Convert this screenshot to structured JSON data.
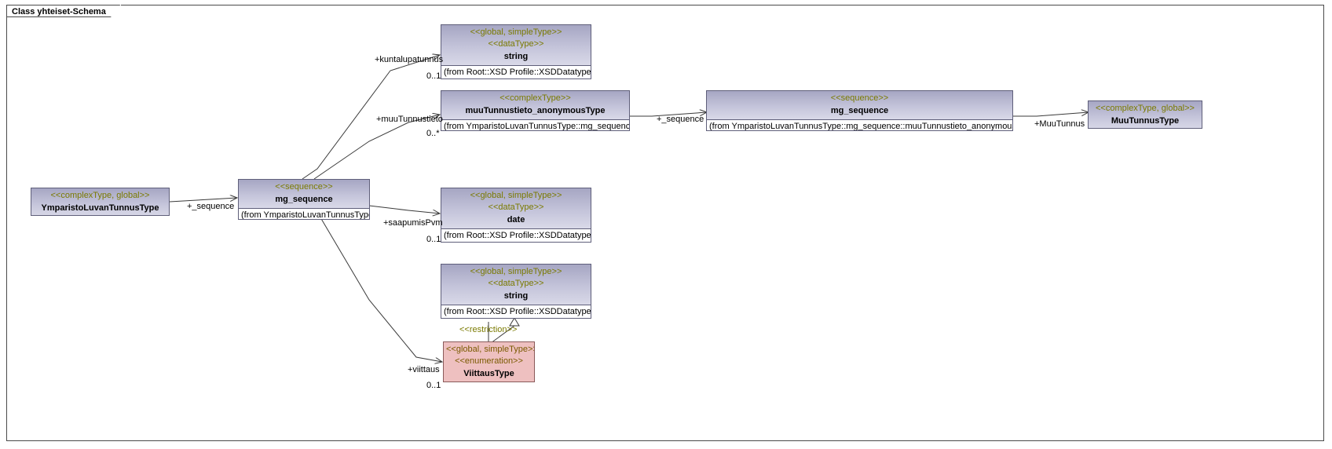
{
  "diagram": {
    "title": "Class yhteiset-Schema",
    "type": "uml-class-diagram"
  },
  "colors": {
    "box_fill_top": "#a7a7c4",
    "box_fill_bottom": "#d7d7e6",
    "box_border": "#5f5f7a",
    "stereotype_text": "#7a7a00",
    "enum_fill": "#eec0c0",
    "enum_border": "#8a5a5a",
    "line": "#3a3a3a",
    "frame_border": "#4a4a4a",
    "background": "#ffffff"
  },
  "classes": {
    "ymparistoluvan_tunnus_type": {
      "stereotype1": "<<complexType, global>>",
      "name": "YmparistoLuvanTunnusType",
      "from": ""
    },
    "mg_sequence_root": {
      "stereotype1": "<<sequence>>",
      "name": "mg_sequence",
      "from": "(from YmparistoLuvanTunnusType)"
    },
    "string_kuntalupatunnus": {
      "stereotype1": "<<global, simpleType>>",
      "stereotype2": "<<dataType>>",
      "name": "string",
      "from": "(from Root::XSD Profile::XSDDatatypes)"
    },
    "muu_tunnustieto_anonymous": {
      "stereotype1": "<<complexType>>",
      "name": "muuTunnustieto_anonymousType",
      "from": "(from YmparistoLuvanTunnusType::mg_sequence)"
    },
    "mg_sequence_inner": {
      "stereotype1": "<<sequence>>",
      "name": "mg_sequence",
      "from": "(from YmparistoLuvanTunnusType::mg_sequence::muuTunnustieto_anonymousType)"
    },
    "muu_tunnus_type": {
      "stereotype1": "<<complexType, global>>",
      "name": "MuuTunnusType",
      "from": ""
    },
    "date_saapumispvm": {
      "stereotype1": "<<global, simpleType>>",
      "stereotype2": "<<dataType>>",
      "name": "date",
      "from": "(from Root::XSD Profile::XSDDatatypes)"
    },
    "string_viittaus": {
      "stereotype1": "<<global, simpleType>>",
      "stereotype2": "<<dataType>>",
      "name": "string",
      "from": "(from Root::XSD Profile::XSDDatatypes)"
    },
    "viittaus_type": {
      "stereotype1": "<<global, simpleType>>",
      "stereotype2": "<<enumeration>>",
      "name": "ViittausType",
      "from": ""
    }
  },
  "connectors": {
    "root_sequence": {
      "role": "+_sequence"
    },
    "kuntalupatunnus": {
      "role": "+kuntalupatunnus",
      "multiplicity": "0..1"
    },
    "muutunnustieto": {
      "role": "+muuTunnustieto",
      "multiplicity": "0..*"
    },
    "inner_sequence": {
      "role": "+_sequence"
    },
    "muutunnus": {
      "role": "+MuuTunnus"
    },
    "saapumispvm": {
      "role": "+saapumisPvm",
      "multiplicity": "0..1"
    },
    "viittaus": {
      "role": "+viittaus",
      "multiplicity": "0..1"
    },
    "restriction": {
      "label": "<<restriction>>"
    }
  }
}
